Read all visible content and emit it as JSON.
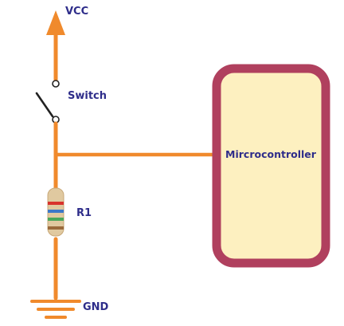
{
  "diagram": {
    "labels": {
      "vcc": "VCC",
      "switch": "Switch",
      "resistor": "R1",
      "ground": "GND",
      "microcontroller": "Mircrocontroller"
    },
    "colors": {
      "wire": "#f08a2c",
      "label_text": "#2e2d8a",
      "mcu_border": "#b0405e",
      "mcu_fill": "#fdf0c0",
      "switch_lever": "#222222",
      "resistor_body": "#e0c9a0",
      "resistor_band_1": "#d8322c",
      "resistor_band_2": "#3c78c8",
      "resistor_band_3": "#4aa85a",
      "resistor_band_4": "#9a6a3c"
    }
  }
}
